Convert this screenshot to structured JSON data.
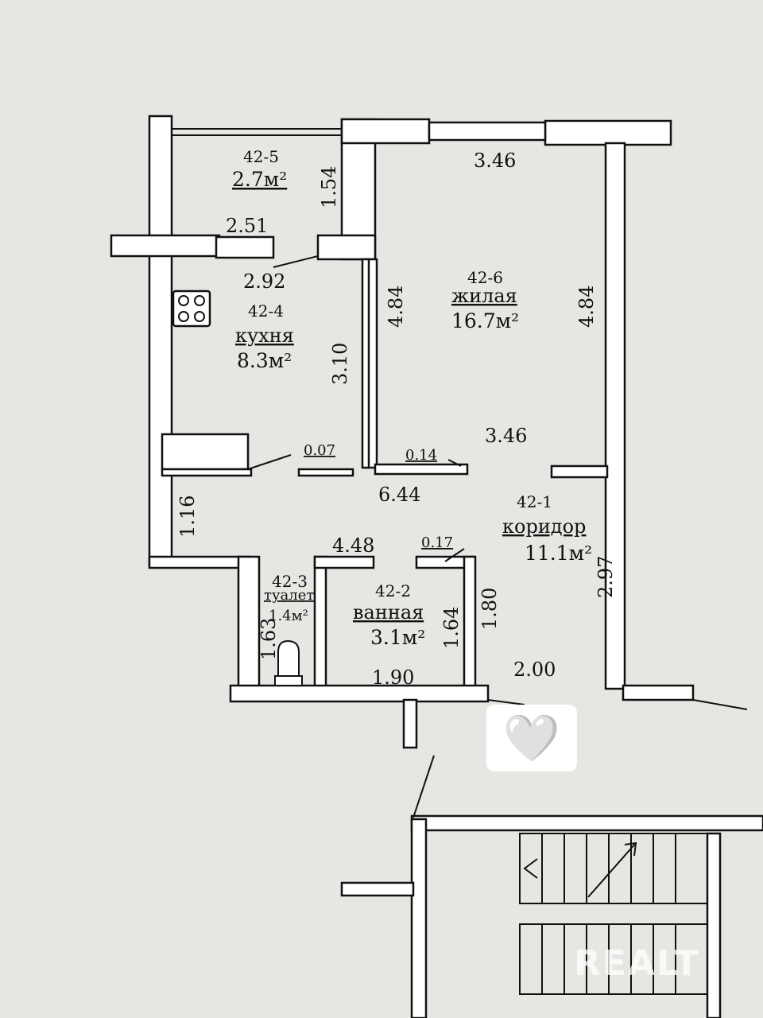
{
  "rooms": [
    {
      "id": "balcony",
      "code": "42-5",
      "name": "",
      "area": "2.7м²"
    },
    {
      "id": "kitchen",
      "code": "42-4",
      "name": "кухня",
      "area": "8.3м²"
    },
    {
      "id": "living",
      "code": "42-6",
      "name": "жилая",
      "area": "16.7м²"
    },
    {
      "id": "corridor",
      "code": "42-1",
      "name": "коридор",
      "area": "11.1м²"
    },
    {
      "id": "toilet",
      "code": "42-3",
      "name": "туалет",
      "area": "1.4м²"
    },
    {
      "id": "bath",
      "code": "42-2",
      "name": "ванная",
      "area": "3.1м²"
    }
  ],
  "dimensions": {
    "living_top": "3.46",
    "balcony_side": "1.54",
    "balcony_width": "2.51",
    "kitchen_top": "2.92",
    "living_left": "4.84",
    "living_right": "4.84",
    "kitchen_side": "3.10",
    "door_kitchen": "0.07",
    "door_living": "0.14",
    "living_bottom": "3.46",
    "corridor_long": "6.44",
    "corridor_left": "1.16",
    "hall_width": "4.48",
    "door_bath": "0.17",
    "corridor_right": "2.97",
    "bath_side": "1.64",
    "bath_side_outer": "1.80",
    "toilet_side": "1.63",
    "bath_bottom": "1.90",
    "corridor_bottom": "2.00"
  },
  "icons": {
    "stove": "stove-icon",
    "toilet": "toilet-icon",
    "heart": "white-heart-icon"
  },
  "heart_glyph": "🤍",
  "watermark": "REALT"
}
